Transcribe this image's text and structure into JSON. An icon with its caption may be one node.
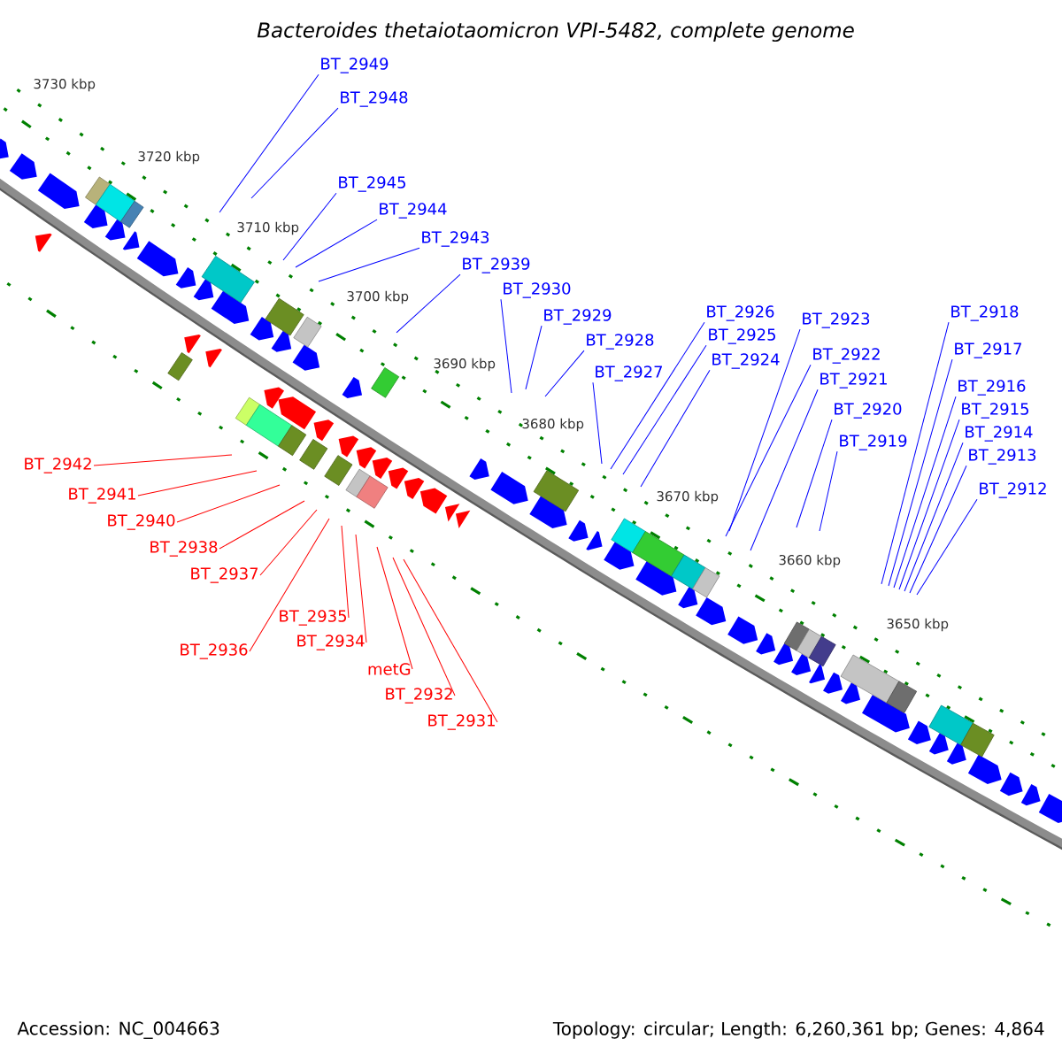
{
  "diagram": {
    "title": "Bacteroides thetaiotaomicron VPI-5482, complete genome",
    "nodes": [
      {
        "text": [
          "BT_2949"
        ]
      },
      {
        "text": [
          "BT_2948"
        ]
      },
      {
        "text": [
          "BT_2945"
        ]
      },
      {
        "text": [
          "BT_2944"
        ]
      },
      {
        "text": [
          "BT_2943"
        ]
      },
      {
        "text": [
          "BT_2939"
        ]
      },
      {
        "text": [
          "BT_2930"
        ]
      },
      {
        "text": [
          "BT_2929"
        ]
      },
      {
        "text": [
          "BT_2928"
        ]
      },
      {
        "text": [
          "BT_2927"
        ]
      },
      {
        "text": [
          "BT_2926"
        ]
      },
      {
        "text": [
          "BT_2925"
        ]
      },
      {
        "text": [
          "BT_2924"
        ]
      },
      {
        "text": [
          "BT_2923"
        ]
      },
      {
        "text": [
          "BT_2922"
        ]
      },
      {
        "text": [
          "BT_2921"
        ]
      },
      {
        "text": [
          "BT_2920"
        ]
      },
      {
        "text": [
          "BT_2919"
        ]
      },
      {
        "text": [
          "BT_2918"
        ]
      },
      {
        "text": [
          "BT_2917"
        ]
      },
      {
        "text": [
          "BT_2916"
        ]
      },
      {
        "text": [
          "BT_2915"
        ]
      },
      {
        "text": [
          "BT_2914"
        ]
      },
      {
        "text": [
          "BT_2913"
        ]
      },
      {
        "text": [
          "BT_2912"
        ]
      },
      {
        "text": [
          "BT_2942"
        ]
      },
      {
        "text": [
          "BT_2941"
        ]
      },
      {
        "text": [
          "BT_2940"
        ]
      },
      {
        "text": [
          "BT_2938"
        ]
      },
      {
        "text": [
          "BT_2937"
        ]
      },
      {
        "text": [
          "BT_2935"
        ]
      },
      {
        "text": [
          "BT_2936"
        ]
      },
      {
        "text": [
          "BT_2934"
        ]
      },
      {
        "text": [
          "metG"
        ]
      },
      {
        "text": [
          "BT_2932"
        ]
      },
      {
        "text": [
          "BT_2931"
        ]
      }
    ],
    "edges": [
      {
        "from": 0,
        "to": null,
        "arrow": "none"
      },
      {
        "from": 1,
        "to": null,
        "arrow": "none"
      },
      {
        "from": 2,
        "to": null,
        "arrow": "none"
      },
      {
        "from": 3,
        "to": null,
        "arrow": "none"
      },
      {
        "from": 4,
        "to": null,
        "arrow": "none"
      },
      {
        "from": 5,
        "to": null,
        "arrow": "none"
      },
      {
        "from": 6,
        "to": null,
        "arrow": "none"
      },
      {
        "from": 7,
        "to": null,
        "arrow": "none"
      },
      {
        "from": 8,
        "to": null,
        "arrow": "none"
      },
      {
        "from": 9,
        "to": null,
        "arrow": "none"
      },
      {
        "from": 10,
        "to": null,
        "arrow": "none"
      },
      {
        "from": 11,
        "to": null,
        "arrow": "none"
      },
      {
        "from": 12,
        "to": null,
        "arrow": "none"
      },
      {
        "from": 13,
        "to": null,
        "arrow": "none"
      },
      {
        "from": 14,
        "to": null,
        "arrow": "none"
      },
      {
        "from": 15,
        "to": null,
        "arrow": "none"
      },
      {
        "from": 16,
        "to": null,
        "arrow": "none"
      },
      {
        "from": 17,
        "to": null,
        "arrow": "none"
      },
      {
        "from": 18,
        "to": null,
        "arrow": "none"
      },
      {
        "from": 19,
        "to": null,
        "arrow": "none"
      },
      {
        "from": 20,
        "to": null,
        "arrow": "none"
      },
      {
        "from": 21,
        "to": null,
        "arrow": "none"
      },
      {
        "from": 22,
        "to": null,
        "arrow": "none"
      },
      {
        "from": 23,
        "to": null,
        "arrow": "none"
      },
      {
        "from": 24,
        "to": null,
        "arrow": "none"
      },
      {
        "from": 25,
        "to": null,
        "arrow": "none",
        "color": "#ff0000"
      },
      {
        "from": 26,
        "to": null,
        "arrow": "none",
        "color": "#ff0000"
      },
      {
        "from": 27,
        "to": null,
        "arrow": "none",
        "color": "#ff0000"
      },
      {
        "from": 28,
        "to": null,
        "arrow": "none",
        "color": "#ff0000"
      },
      {
        "from": 29,
        "to": null,
        "arrow": "none",
        "color": "#ff0000"
      },
      {
        "from": 30,
        "to": null,
        "arrow": "none",
        "color": "#ff0000"
      },
      {
        "from": 31,
        "to": null,
        "arrow": "none",
        "color": "#ff0000"
      },
      {
        "from": 32,
        "to": null,
        "arrow": "none",
        "color": "#ff0000"
      },
      {
        "from": 33,
        "to": null,
        "arrow": "none",
        "color": "#ff0000"
      },
      {
        "from": 34,
        "to": null,
        "arrow": "none",
        "color": "#ff0000"
      },
      {
        "from": 35,
        "to": null,
        "arrow": "none",
        "color": "#ff0000"
      }
    ],
    "labels": [
      "3730 kbp",
      "3720 kbp",
      "3710 kbp",
      "3700 kbp",
      "3690 kbp",
      "3680 kbp",
      "3670 kbp",
      "3660 kbp",
      "3650 kbp",
      "Accession: NC_004663",
      "Topology: circular; Length: 6,260,361 bp; Genes: 4,864"
    ]
  }
}
